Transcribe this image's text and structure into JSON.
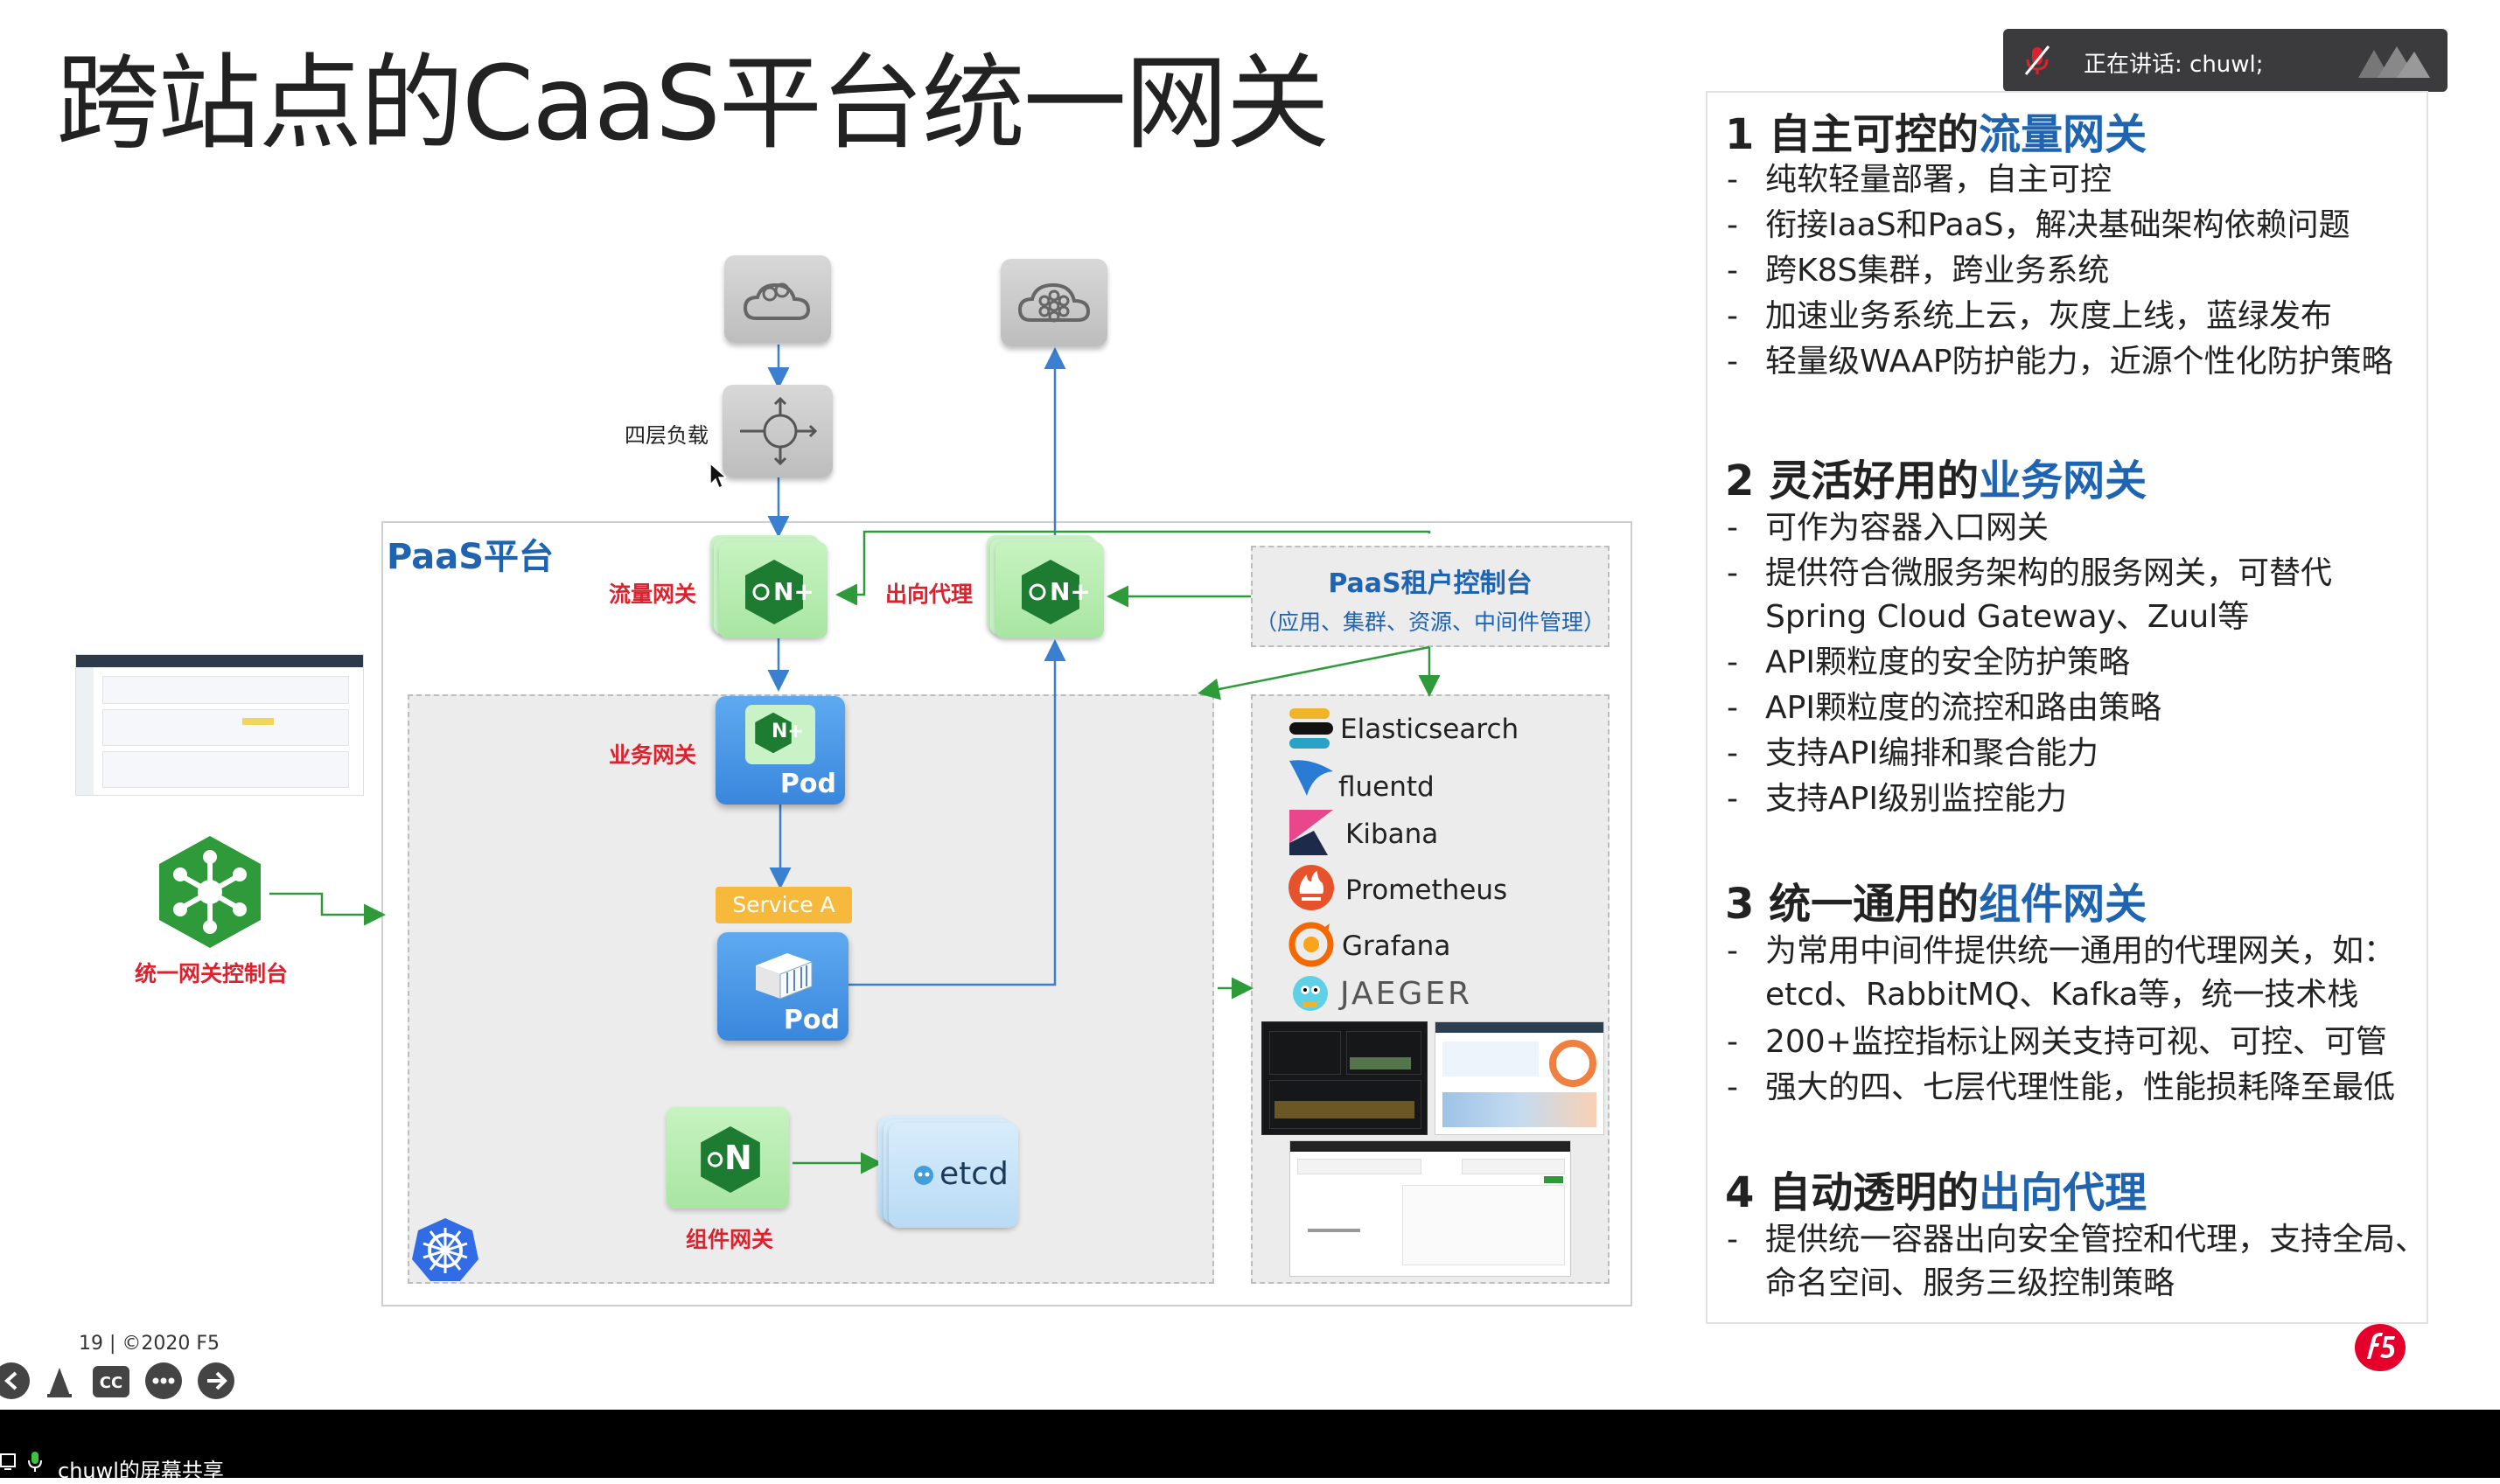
{
  "slide": {
    "title": "跨站点的CaaS平台统一网关",
    "page_number": "19 | ©2020 F5"
  },
  "speaker": {
    "label": "正在讲话: chuwl;"
  },
  "share": {
    "label": "chuwl的屏幕共享"
  },
  "colors": {
    "accent_blue": "#1f64b0",
    "label_red": "#d9232e",
    "nginx_green": "#2e9a3a",
    "speaker_bg": "#3b3b3d"
  },
  "sections": [
    {
      "num": "1",
      "prefix": "自主可控的",
      "highlight": "流量网关",
      "bullets": [
        "纯软轻量部署，自主可控",
        "衔接IaaS和PaaS，解决基础架构依赖问题",
        "跨K8S集群，跨业务系统",
        "加速业务系统上云，灰度上线，蓝绿发布",
        "轻量级WAAP防护能力，近源个性化防护策略"
      ]
    },
    {
      "num": "2",
      "prefix": "灵活好用的",
      "highlight": "业务网关",
      "bullets": [
        "可作为容器入口网关",
        "提供符合微服务架构的服务网关，可替代",
        "Spring Cloud Gateway、Zuul等",
        "API颗粒度的安全防护策略",
        "API颗粒度的流控和路由策略",
        "支持API编排和聚合能力",
        "支持API级别监控能力"
      ]
    },
    {
      "num": "3",
      "prefix": "统一通用的",
      "highlight": "组件网关",
      "bullets": [
        "为常用中间件提供统一通用的代理网关，如：",
        "etcd、RabbitMQ、Kafka等，统一技术栈",
        "200+监控指标让网关支持可视、可控、可管",
        "强大的四、七层代理性能，性能损耗降至最低"
      ]
    },
    {
      "num": "4",
      "prefix": "自动透明的",
      "highlight": "出向代理",
      "bullets": [
        "提供统一容器出向安全管控和代理，支持全局、",
        "命名空间、服务三级控制策略"
      ]
    }
  ],
  "diagram": {
    "paas_label": "PaaS平台",
    "l4_label": "四层负载",
    "traffic_gw": "流量网关",
    "egress_proxy": "出向代理",
    "business_gw": "业务网关",
    "component_gw": "组件网关",
    "unified_console": "统一网关控制台",
    "tenant_console_title": "PaaS租户控制台",
    "tenant_console_sub": "（应用、集群、资源、中间件管理）",
    "pod": "Pod",
    "service_a": "Service A",
    "etcd": "etcd",
    "nginx_plus": "N+",
    "nginx": "N",
    "observability": [
      "Elasticsearch",
      "fluentd",
      "Kibana",
      "Prometheus",
      "Grafana",
      "JAEGER"
    ]
  }
}
